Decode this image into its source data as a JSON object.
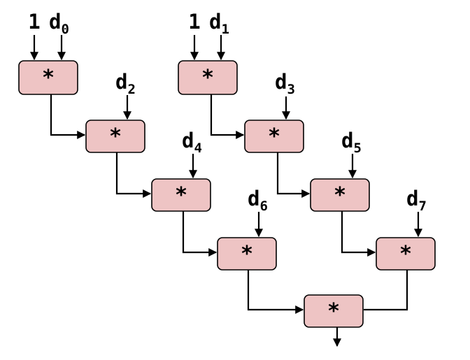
{
  "diagram": {
    "operator": "*",
    "one": "1",
    "inputs": {
      "d0": {
        "base": "d",
        "sub": "0"
      },
      "d1": {
        "base": "d",
        "sub": "1"
      },
      "d2": {
        "base": "d",
        "sub": "2"
      },
      "d3": {
        "base": "d",
        "sub": "3"
      },
      "d4": {
        "base": "d",
        "sub": "4"
      },
      "d5": {
        "base": "d",
        "sub": "5"
      },
      "d6": {
        "base": "d",
        "sub": "6"
      },
      "d7": {
        "base": "d",
        "sub": "7"
      }
    }
  }
}
